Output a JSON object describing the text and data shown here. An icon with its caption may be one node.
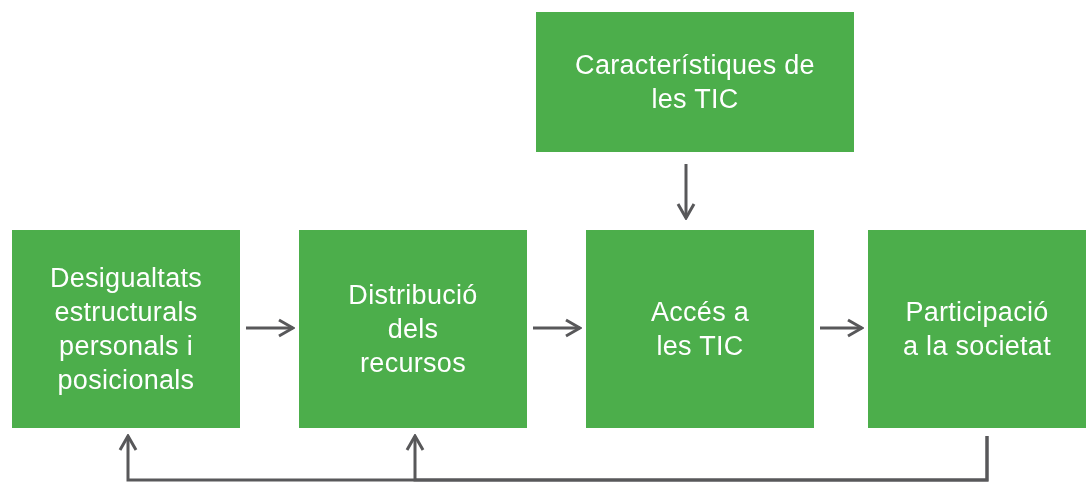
{
  "diagram": {
    "nodes": [
      {
        "text": [
          "Característiques de les TIC"
        ]
      },
      {
        "text": [
          "Desigualtats estructurals personals i posicionals"
        ]
      },
      {
        "text": [
          "Distribució dels recursos"
        ]
      },
      {
        "text": [
          "Accés a les TIC"
        ]
      },
      {
        "text": [
          "Participació a la societat"
        ]
      }
    ],
    "edges": [
      {
        "from": 0,
        "to": 3,
        "arrow": "to"
      },
      {
        "from": 1,
        "to": 2,
        "arrow": "to"
      },
      {
        "from": 2,
        "to": 3,
        "arrow": "to"
      },
      {
        "from": 3,
        "to": 4,
        "arrow": "to"
      },
      {
        "from": 4,
        "to": 1,
        "arrow": "to"
      },
      {
        "from": 4,
        "to": 2,
        "arrow": "to"
      }
    ]
  }
}
